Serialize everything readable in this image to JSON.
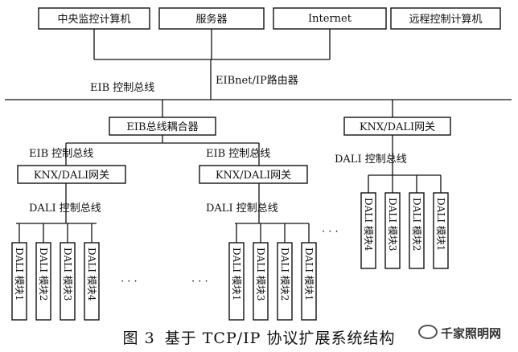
{
  "nodes": {
    "central": "中央监控计算机",
    "server": "服务器",
    "internet": "Internet",
    "remote": "远程控制计算机",
    "router": "EIBnet/IP路由器",
    "eib_bus_top": "EIB 控制总线",
    "coupler": "EIB总线耦合器",
    "gateway_right": "KNX/DALI网关",
    "dali_bus_right": "DALI 控制总线",
    "eib_bus_left": "EIB 控制总线",
    "eib_bus_mid": "EIB 控制总线",
    "gateway_left": "KNX/DALI网关",
    "gateway_mid": "KNX/DALI网关",
    "dali_bus_left": "DALI 控制总线",
    "dali_bus_mid": "DALI 控制总线"
  },
  "modules": {
    "left": [
      "DALI 模块1",
      "DALI 模块2",
      "DALI 模块3",
      "DALI 模块4"
    ],
    "mid": [
      "DALI 模块1",
      "DALI 模块3",
      "DALI 模块2",
      "DALI 模块1"
    ],
    "right": [
      "DALI 模块4",
      "DALI 模块3",
      "DALI 模块2",
      "DALI 模块1"
    ]
  },
  "ellipsis": "· · ·",
  "caption": {
    "fig": "图 3",
    "text": "基于 TCP/IP 协议扩展系统结构"
  },
  "watermark": "千家照明网"
}
